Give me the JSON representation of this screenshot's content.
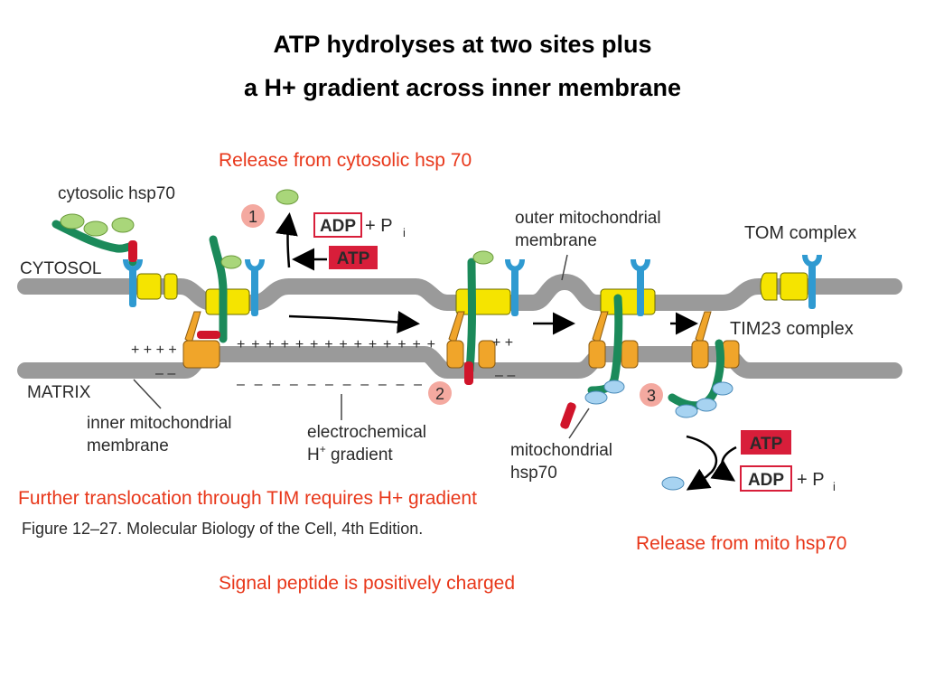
{
  "slide": {
    "title_line1": "ATP hydrolyses at two sites plus",
    "title_line2": "a H+ gradient across inner membrane",
    "notes": {
      "release_cytosolic": "Release from cytosolic hsp 70",
      "further_translocation": "Further translocation through TIM requires H+ gradient",
      "release_mito": "Release from mito hsp70",
      "signal_peptide": "Signal peptide is positively charged"
    }
  },
  "figure": {
    "labels": {
      "cytosolic_hsp70": "cytosolic hsp70",
      "cytosol": "CYTOSOL",
      "matrix": "MATRIX",
      "outer_membrane_line1": "outer mitochondrial",
      "outer_membrane_line2": "membrane",
      "tom_complex": "TOM complex",
      "tim23_complex": "TIM23 complex",
      "inner_membrane_line1": "inner mitochondrial",
      "inner_membrane_line2": "membrane",
      "gradient_line1": "electrochemical",
      "gradient_line2_prefix": "H",
      "gradient_line2_sup": "+",
      "gradient_line2_rest": " gradient",
      "mito_hsp70_line1": "mitochondrial",
      "mito_hsp70_line2": "hsp70",
      "adp": "ADP",
      "atp": "ATP",
      "plus_pi": "+ P",
      "pi_sub": "i",
      "step1": "1",
      "step2": "2",
      "step3": "3",
      "plus_charges_left": "+ + + +",
      "plus_charges_mid": "+ + + + + + + + + + + + + +",
      "plus_charges_right": "+ +",
      "minus_charges_left": "– –",
      "minus_charges_mid": "– – – – – – – – – – –",
      "minus_charges_right": "– –",
      "caption": "Figure 12–27. Molecular Biology of the Cell, 4th Edition."
    },
    "colors": {
      "membrane": "#9a9a9a",
      "tom_yellow": "#f5e400",
      "tim_orange": "#f0a52a",
      "receptor_blue": "#2f9ad1",
      "chain_green": "#1b8a5a",
      "hsp70_light_green": "#a9d67a",
      "signal_red": "#d0142a",
      "mito_hsp70_blue": "#a7d3f1",
      "atp_red": "#d81e3a",
      "step_circle": "#f4a9a0",
      "note_red": "#e8371a"
    }
  }
}
